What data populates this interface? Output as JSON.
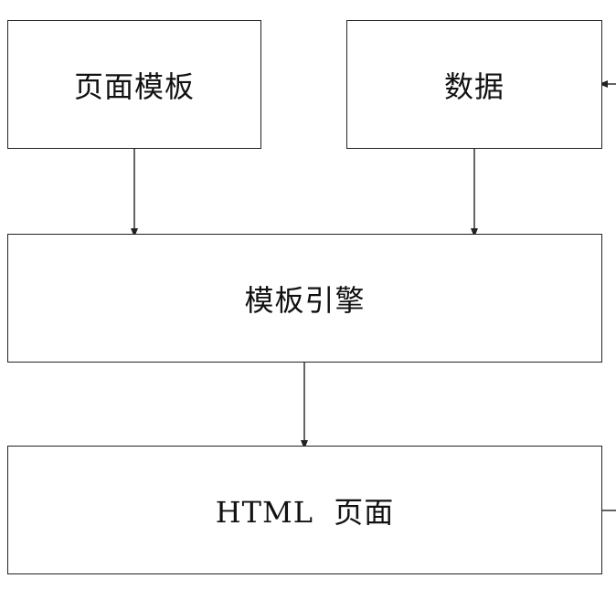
{
  "diagram": {
    "nodes": {
      "template": {
        "label": "页面模板"
      },
      "data": {
        "label": "数据"
      },
      "engine": {
        "label": "模板引擎"
      },
      "html_page": {
        "label": "HTML  页面"
      }
    },
    "edges": [
      {
        "from": "template",
        "to": "engine"
      },
      {
        "from": "data",
        "to": "engine"
      },
      {
        "from": "engine",
        "to": "html_page"
      },
      {
        "from": "html_page",
        "to": "data",
        "note": "feedback loop partially cropped at right edge"
      }
    ],
    "colors": {
      "stroke": "#222222",
      "background": "#ffffff",
      "text": "#111111"
    }
  }
}
